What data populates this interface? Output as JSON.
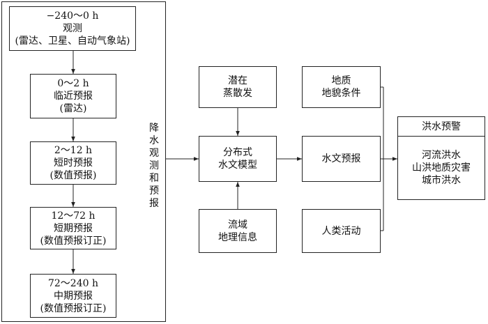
{
  "left_panel": {
    "steps": [
      {
        "range": "−240～0 h",
        "name": "观测",
        "note": "(雷达、卫星、自动气象站)"
      },
      {
        "range": "0～2 h",
        "name": "临近预报",
        "note": "(雷达)"
      },
      {
        "range": "2～12 h",
        "name": "短时预报",
        "note": "(数值预报)"
      },
      {
        "range": "12～72 h",
        "name": "短期预报",
        "note": "(数值预报订正)"
      },
      {
        "range": "72～240 h",
        "name": "中期预报",
        "note": "(数值预报订正)"
      }
    ],
    "side_label": "降水观测和预报"
  },
  "center": {
    "top_input": {
      "line1": "潜在",
      "line2": "蒸散发"
    },
    "model": {
      "line1": "分布式",
      "line2": "水文模型"
    },
    "bottom_input": {
      "line1": "流域",
      "line2": "地理信息"
    }
  },
  "right": {
    "geology": {
      "line1": "地质",
      "line2": "地貌条件"
    },
    "hydro_forecast": "水文预报",
    "human_activity": "人类活动"
  },
  "output": {
    "title": "洪水预警",
    "items": [
      "河流洪水",
      "山洪地质灾害",
      "城市洪水"
    ]
  }
}
